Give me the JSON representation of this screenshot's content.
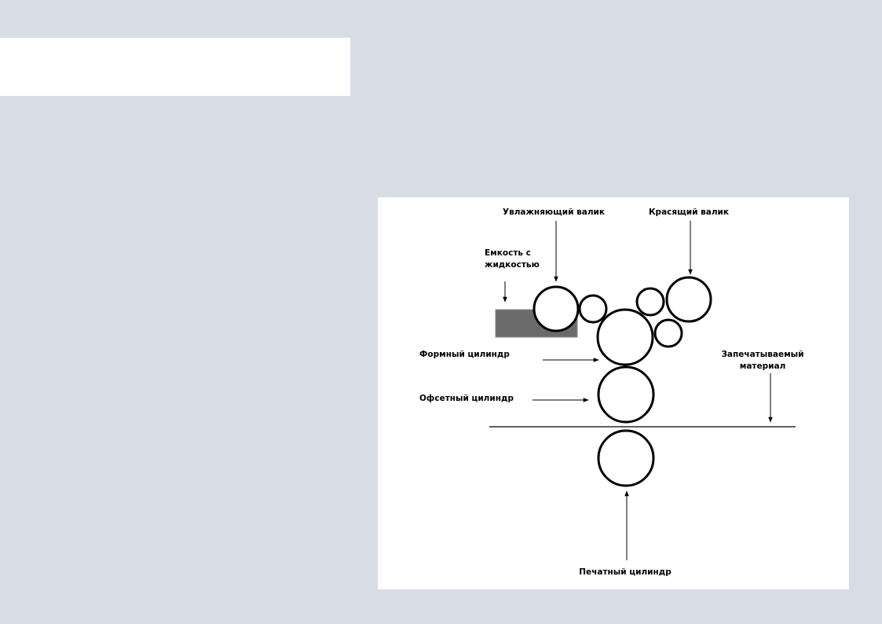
{
  "slide": {
    "background": "#d7dce5",
    "title_box_fill": "#ffffff"
  },
  "diagram": {
    "labels": {
      "dampening_roller": "Увлажняющий валик",
      "ink_roller": "Красящий валик",
      "fluid_container_line1": "Емкость с",
      "fluid_container_line2": "жидкостью",
      "plate_cylinder": "Формный цилиндр",
      "substrate_line1": "Запечатываемый",
      "substrate_line2": "материал",
      "offset_cylinder": "Офсетный цилиндр",
      "impression_cylinder": "Печатный цилиндр"
    },
    "colors": {
      "panel": "#ffffff",
      "stroke": "#000000",
      "fluid_container": "#6b6b6b"
    }
  }
}
